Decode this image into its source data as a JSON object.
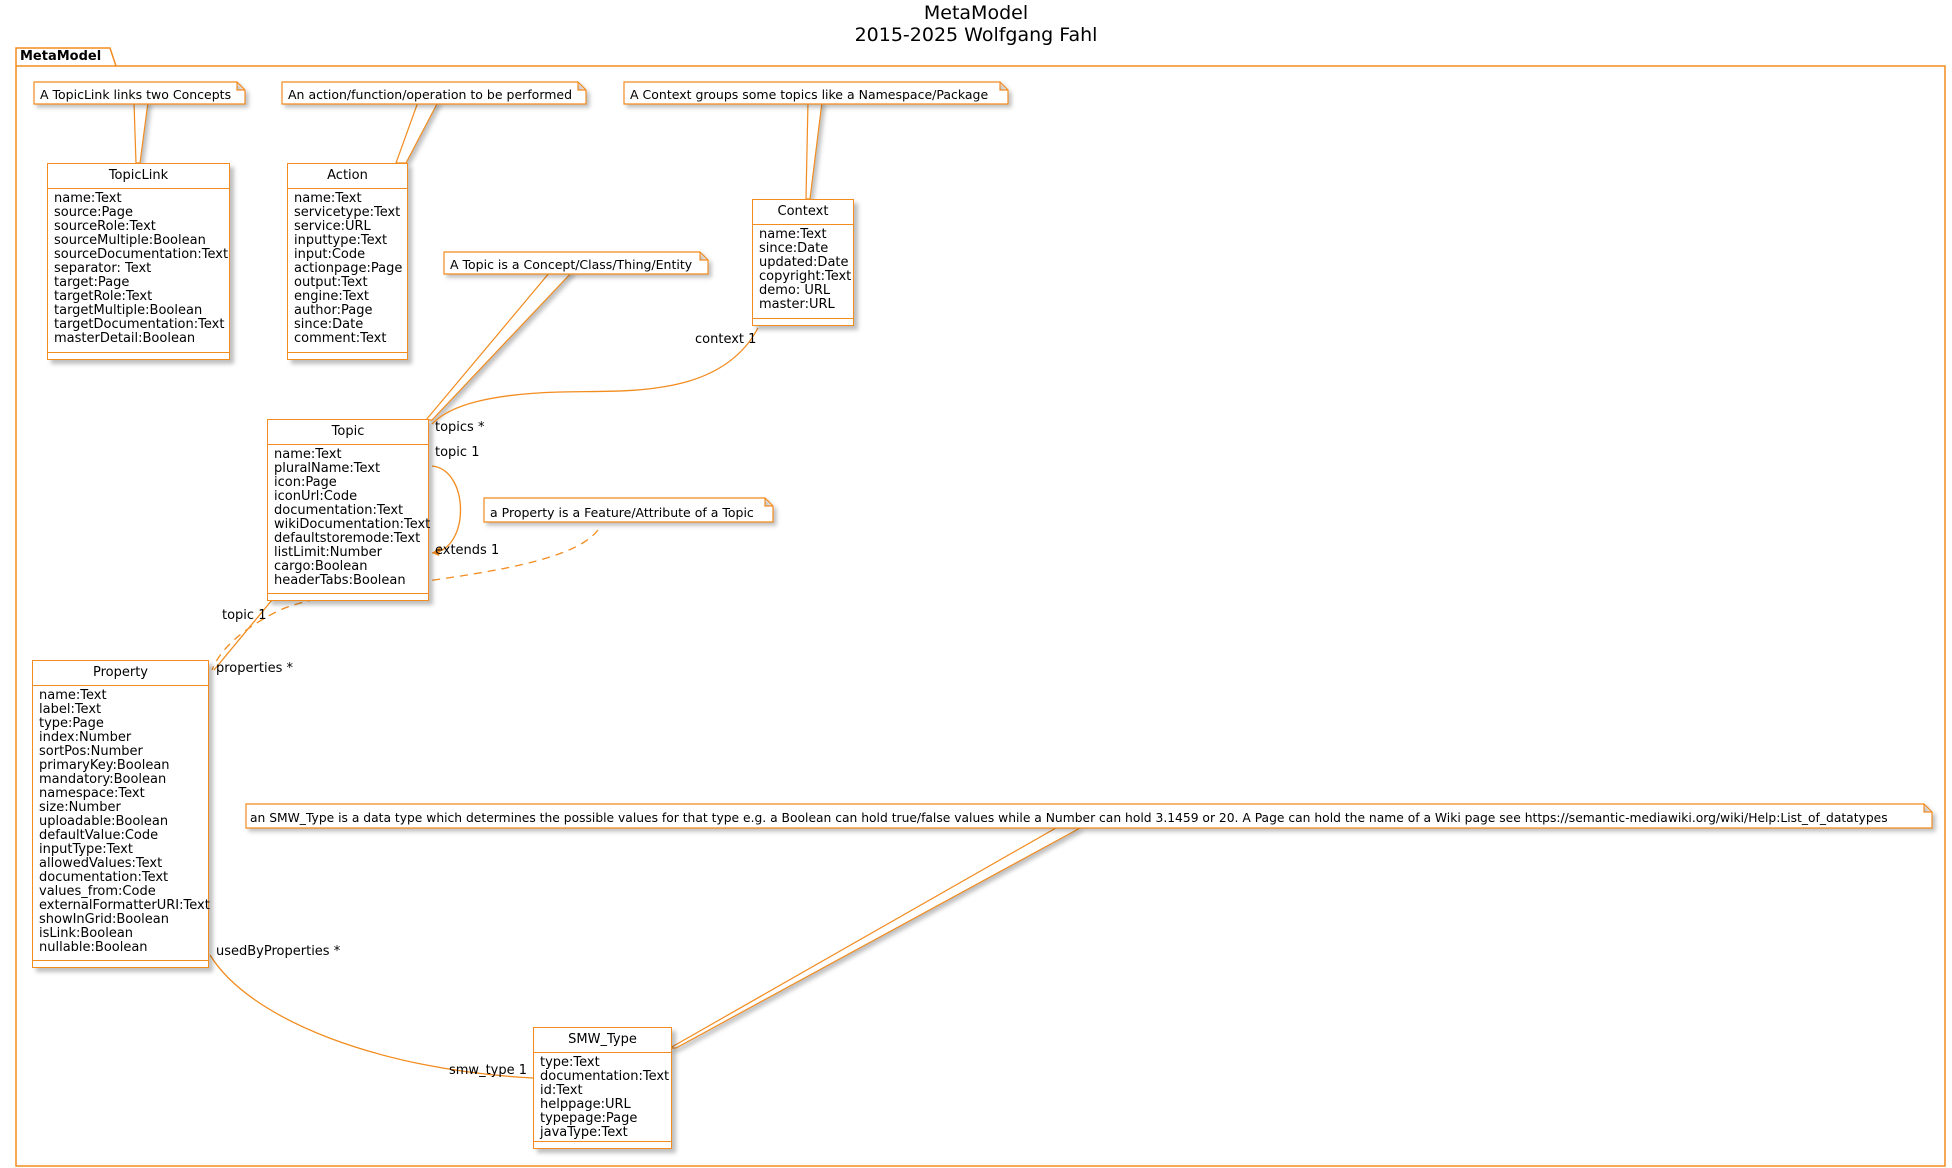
{
  "diagram": {
    "title_line1": "MetaModel",
    "title_line2": "2015-2025 Wolfgang Fahl",
    "package_name": "MetaModel",
    "accent_color": "#f28c1f"
  },
  "classes": {
    "topiclink": {
      "name": "TopicLink",
      "attributes": [
        "name:Text",
        "source:Page",
        "sourceRole:Text",
        "sourceMultiple:Boolean",
        "sourceDocumentation:Text",
        "separator: Text",
        "target:Page",
        "targetRole:Text",
        "targetMultiple:Boolean",
        "targetDocumentation:Text",
        "masterDetail:Boolean"
      ]
    },
    "action": {
      "name": "Action",
      "attributes": [
        "name:Text",
        "servicetype:Text",
        "service:URL",
        "inputtype:Text",
        "input:Code",
        "actionpage:Page",
        "output:Text",
        "engine:Text",
        "author:Page",
        "since:Date",
        "comment:Text"
      ]
    },
    "context": {
      "name": "Context",
      "attributes": [
        "name:Text",
        "since:Date",
        "updated:Date",
        "copyright:Text",
        "demo: URL",
        "master:URL"
      ]
    },
    "topic": {
      "name": "Topic",
      "attributes": [
        "name:Text",
        "pluralName:Text",
        "icon:Page",
        "iconUrl:Code",
        "documentation:Text",
        "wikiDocumentation:Text",
        "defaultstoremode:Text",
        "listLimit:Number",
        "cargo:Boolean",
        "headerTabs:Boolean"
      ]
    },
    "property": {
      "name": "Property",
      "attributes": [
        "name:Text",
        "label:Text",
        "type:Page",
        "index:Number",
        "sortPos:Number",
        "primaryKey:Boolean",
        "mandatory:Boolean",
        "namespace:Text",
        "size:Number",
        "uploadable:Boolean",
        "defaultValue:Code",
        "inputType:Text",
        "allowedValues:Text",
        "documentation:Text",
        "values_from:Code",
        "externalFormatterURI:Text",
        "showInGrid:Boolean",
        "isLink:Boolean",
        "nullable:Boolean"
      ]
    },
    "smw_type": {
      "name": "SMW_Type",
      "attributes": [
        "type:Text",
        "documentation:Text",
        "id:Text",
        "helppage:URL",
        "typepage:Page",
        "javaType:Text"
      ]
    }
  },
  "notes": {
    "topiclink": "A TopicLink links two Concepts",
    "action": "An action/function/operation to be performed",
    "context": "A Context groups some topics like a Namespace/Package",
    "topic": "A Topic is a Concept/Class/Thing/Entity",
    "property": "a Property is a Feature/Attribute of a Topic",
    "smw_type": "an SMW_Type is a data type which determines the possible values for that type e.g. a Boolean can hold true/false values while a Number can hold 3.1459 or 20. A Page can hold the name of a Wiki page see https://semantic-mediawiki.org/wiki/Help:List_of_datatypes"
  },
  "relations": {
    "context_role": "context 1",
    "topics_role": "topics *",
    "topic_self_role": "topic 1",
    "extends_role": "extends 1",
    "property_topic_role": "topic 1",
    "properties_role": "properties *",
    "used_by_role": "usedByProperties *",
    "smw_type_role": "smw_type 1"
  }
}
